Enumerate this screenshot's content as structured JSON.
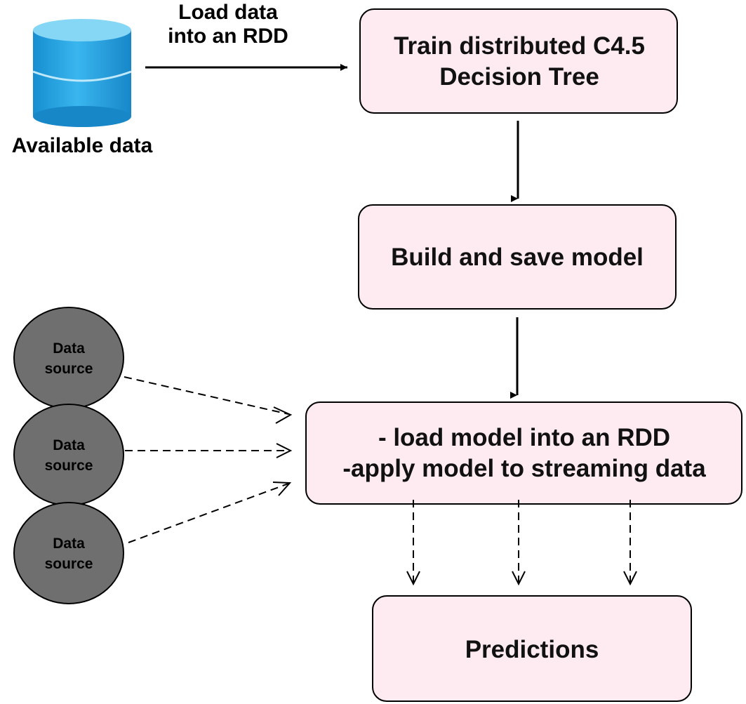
{
  "available_data_label": "Available data",
  "load_edge_label": [
    "Load data",
    "into an RDD"
  ],
  "train_box": {
    "lines": [
      "Train distributed C4.5",
      "Decision Tree"
    ]
  },
  "build_box": {
    "lines": [
      "Build and save model"
    ]
  },
  "apply_box": {
    "lines": [
      "- load model into an RDD",
      "-apply model to streaming data"
    ]
  },
  "predictions_box": {
    "lines": [
      "Predictions"
    ]
  },
  "data_sources": [
    {
      "lines": [
        "Data",
        "source"
      ]
    },
    {
      "lines": [
        "Data",
        "source"
      ]
    },
    {
      "lines": [
        "Data",
        "source"
      ]
    }
  ],
  "colors": {
    "box_fill": "#fdebf1",
    "box_stroke": "#000000",
    "source_fill": "#6f6f6f",
    "db_blue": "#1e9fdc",
    "db_top": "#7fd3f5"
  }
}
